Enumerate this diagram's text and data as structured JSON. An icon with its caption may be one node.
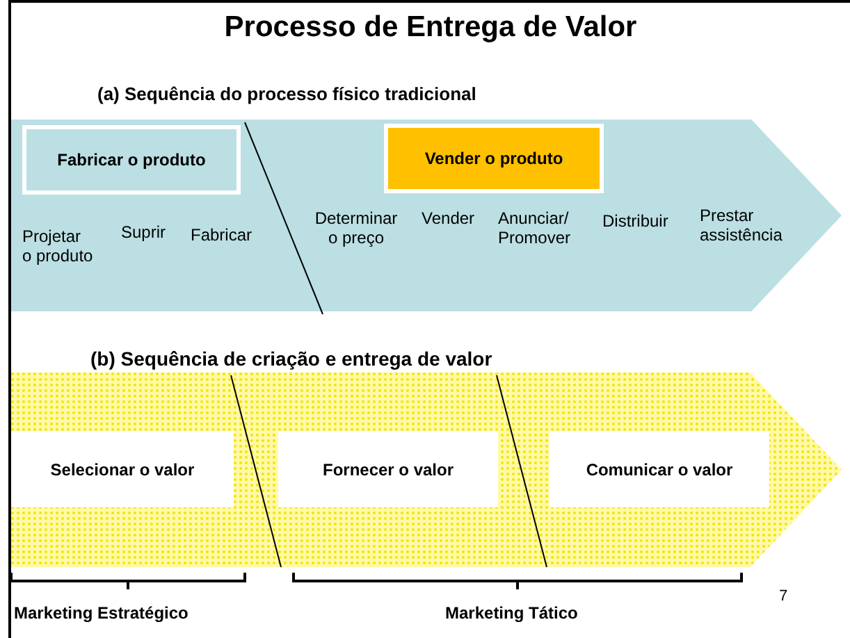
{
  "diagram": {
    "title": "Processo de Entrega de Valor",
    "nodes": [
      {
        "text": [
          "(a) Sequência do processo físico tradicional"
        ]
      },
      {
        "text": [
          "Fabricar o produto"
        ],
        "in": 0
      },
      {
        "text": [
          "Vender o produto"
        ],
        "in": 0
      },
      {
        "text": [
          "(b) Sequência de criação e entrega de valor"
        ]
      },
      {
        "text": [
          "Selecionar o valor"
        ],
        "in": 3
      },
      {
        "text": [
          "Fornecer o valor"
        ],
        "in": 3
      },
      {
        "text": [
          "Comunicar o valor"
        ],
        "in": 3
      }
    ],
    "edges": [],
    "labels": [
      "Projetar o produto",
      "Suprir",
      "Fabricar",
      "Determinar o preço",
      "Vender",
      "Anunciar/ Promover",
      "Distribuir",
      "Prestar assistência",
      "Marketing Estratégico",
      "Marketing Tático",
      "7"
    ]
  }
}
